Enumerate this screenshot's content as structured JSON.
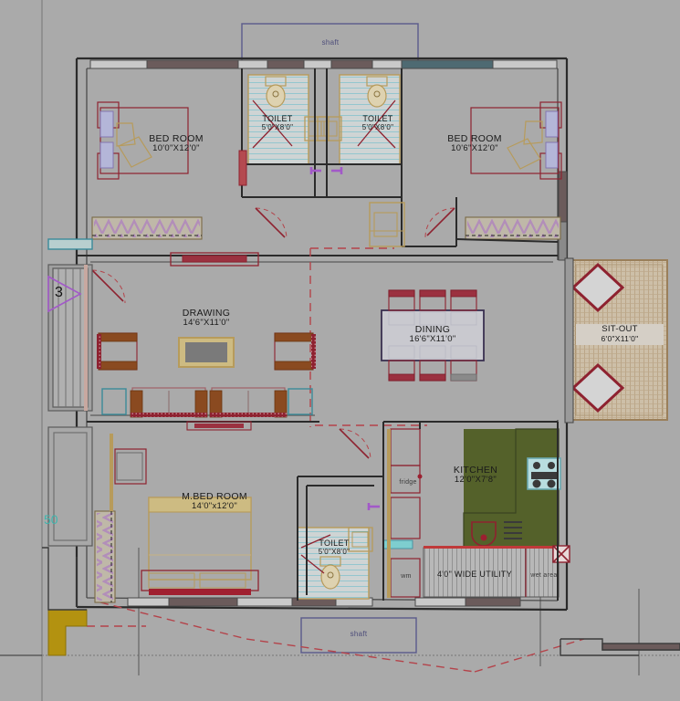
{
  "plan": {
    "title": "Residential Floor Plan",
    "background_color": "#aaaaaa",
    "wall_color": "#2b2b2b",
    "furniture_red": "#8e2230",
    "furniture_tan": "#b79b5b",
    "tile_cyan": "#59b7c8",
    "counter_olive": "#54612a",
    "sitout_tan": "#c3a887",
    "dashed_red": "#b4434a",
    "shaft_border": "#5a5a8c"
  },
  "rooms": [
    {
      "key": "bedroom_left",
      "name": "BED ROOM",
      "dims": "10'0\"X12'0\""
    },
    {
      "key": "toilet_1",
      "name": "TOILET",
      "dims": "5'0\"X8'0\""
    },
    {
      "key": "toilet_2",
      "name": "TOILET",
      "dims": "5'0\"X8'0\""
    },
    {
      "key": "bedroom_right",
      "name": "BED ROOM",
      "dims": "10'6\"X12'0\""
    },
    {
      "key": "drawing",
      "name": "DRAWING",
      "dims": "14'6\"X11'0\""
    },
    {
      "key": "dining",
      "name": "DINING",
      "dims": "16'6\"X11'0\""
    },
    {
      "key": "sitout",
      "name": "SIT-OUT",
      "dims": "6'0\"X11'0\""
    },
    {
      "key": "master_bed",
      "name": "M.BED ROOM",
      "dims": "14'0\"x12'0\""
    },
    {
      "key": "toilet_3",
      "name": "TOILET",
      "dims": "5'0\"X8'0\""
    },
    {
      "key": "kitchen",
      "name": "KITCHEN",
      "dims": "12'0\"X7'8\""
    }
  ],
  "annotations": {
    "shaft_top": "shaft",
    "shaft_bottom": "shaft",
    "fridge": "fridge",
    "washing_machine": "wm",
    "utility": "4'0\" WIDE UTILITY",
    "wet_area": "wet area",
    "section_marker": "3",
    "dim_left": "50"
  }
}
